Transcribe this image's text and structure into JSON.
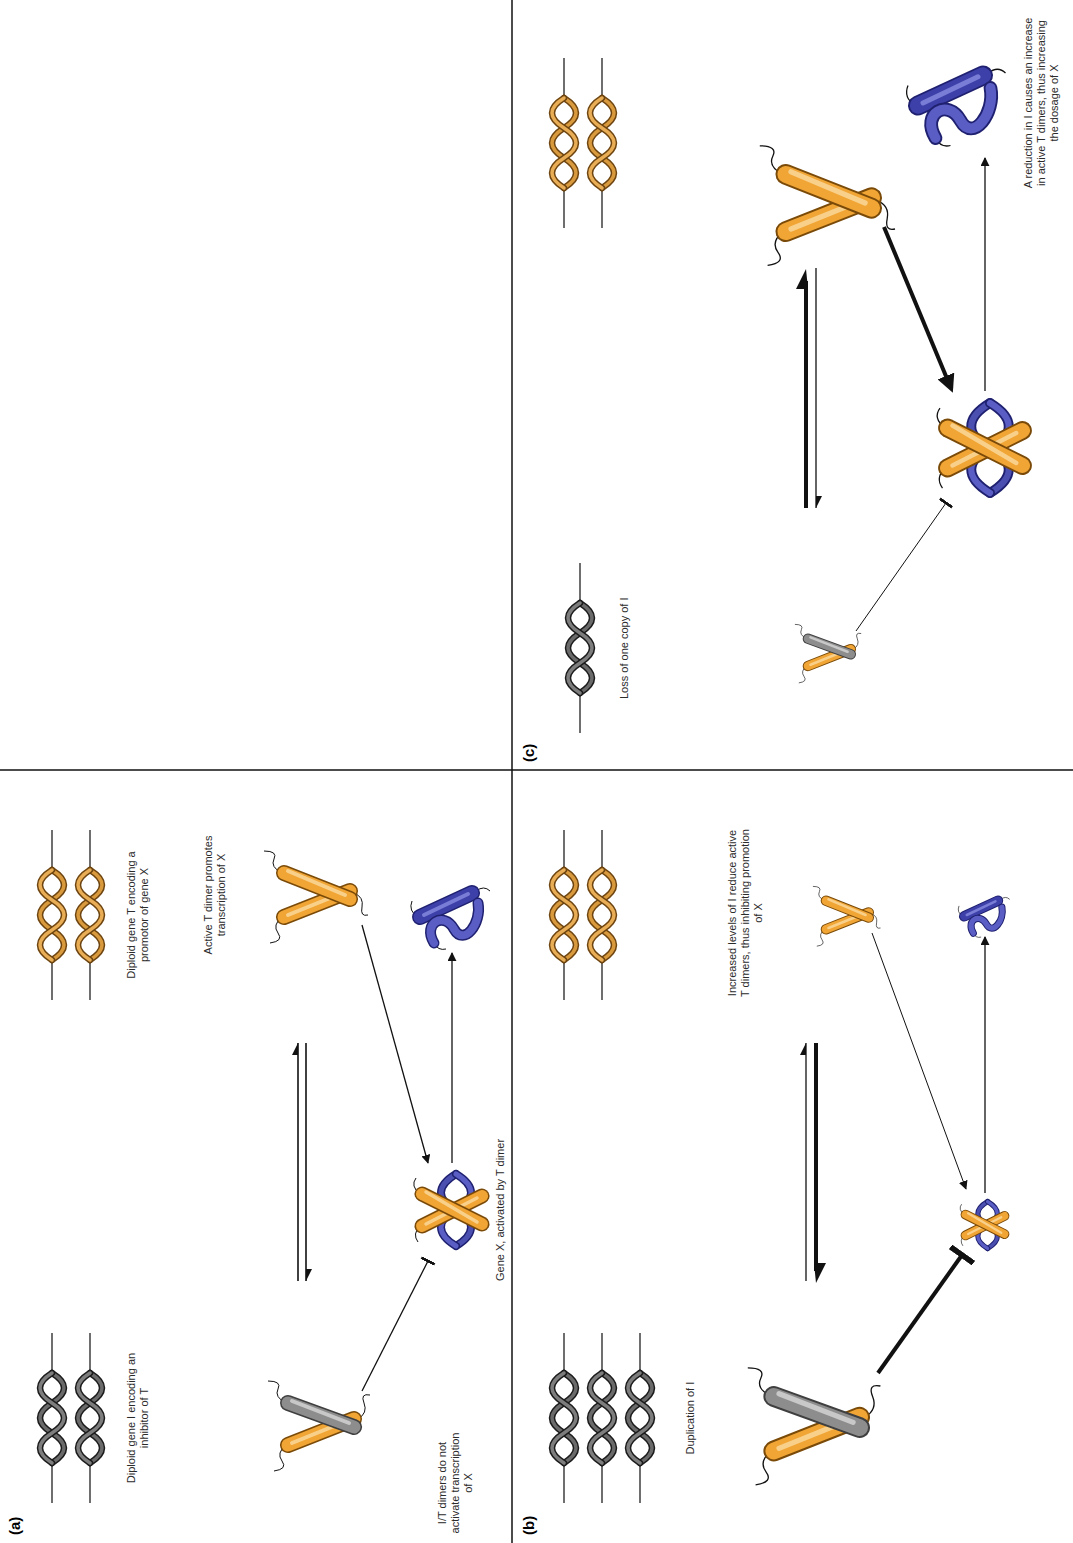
{
  "diagram": {
    "labels": [
      "(a)",
      "Diploid gene I encoding an inhibitor of T",
      "Diploid gene T encoding a promotor of gene X",
      "Active T dimer promotes transcription of X",
      "I/T dimers do not activate transcription of X",
      "Gene X, activated by T dimer",
      "(b)",
      "Duplication of I",
      "Increased levels of I reduce active T dimers, thus inhibiting promotion of X",
      "(c)",
      "Loss of one copy of I",
      "A reduction in I causes an increase in active T dimers, thus increasing the dosage of X"
    ]
  }
}
